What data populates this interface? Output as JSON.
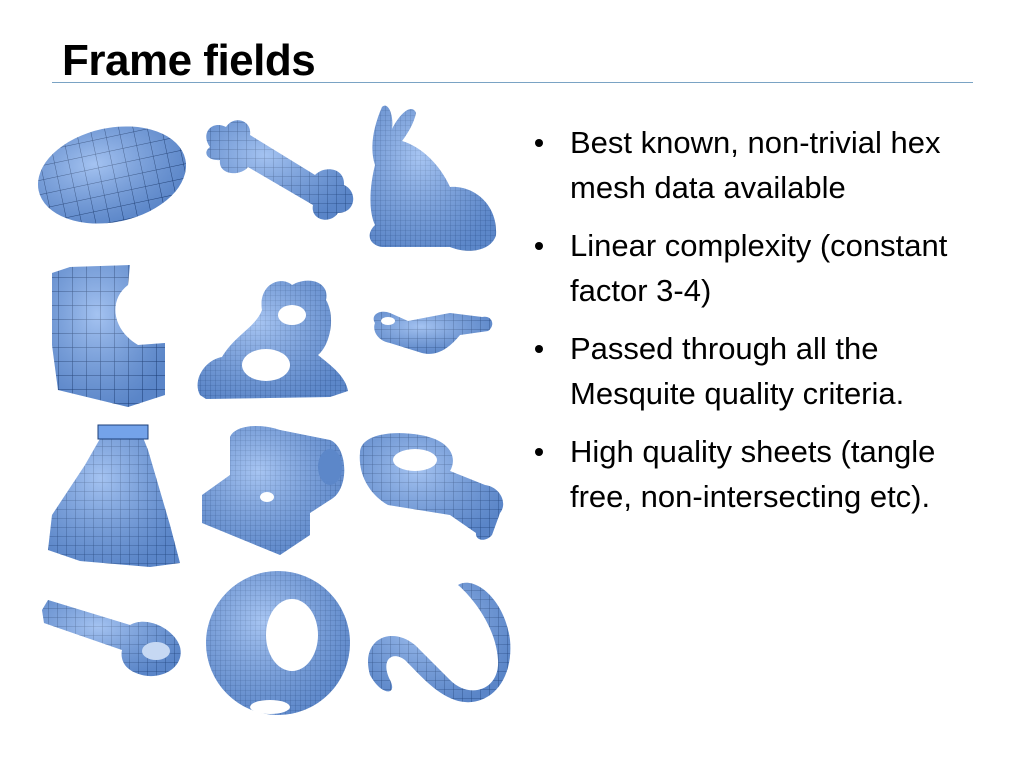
{
  "slide": {
    "title": "Frame fields",
    "bullets": [
      {
        "text": "Best known, non-trivial hex mesh data available"
      },
      {
        "text": "Linear complexity (constant factor 3-4)"
      },
      {
        "text": "Passed through all the Mesquite quality criteria."
      },
      {
        "text": "High quality sheets (tangle free, non-intersecting etc)."
      }
    ]
  },
  "figures": {
    "mesh_color": "#6f9fe6",
    "mesh_line_color": "#1d3f78",
    "items": [
      {
        "icon": "ellipsoid-mesh-icon"
      },
      {
        "icon": "bone-mesh-icon"
      },
      {
        "icon": "bunny-mesh-icon"
      },
      {
        "icon": "fandisk-mesh-icon"
      },
      {
        "icon": "fertility-mesh-icon"
      },
      {
        "icon": "pipe-mesh-icon"
      },
      {
        "icon": "impeller-mesh-icon"
      },
      {
        "icon": "block-mesh-icon"
      },
      {
        "icon": "rockerarm-mesh-icon"
      },
      {
        "icon": "arm-mesh-icon"
      },
      {
        "icon": "sphere-hole-mesh-icon"
      },
      {
        "icon": "knot-mesh-icon"
      }
    ]
  }
}
